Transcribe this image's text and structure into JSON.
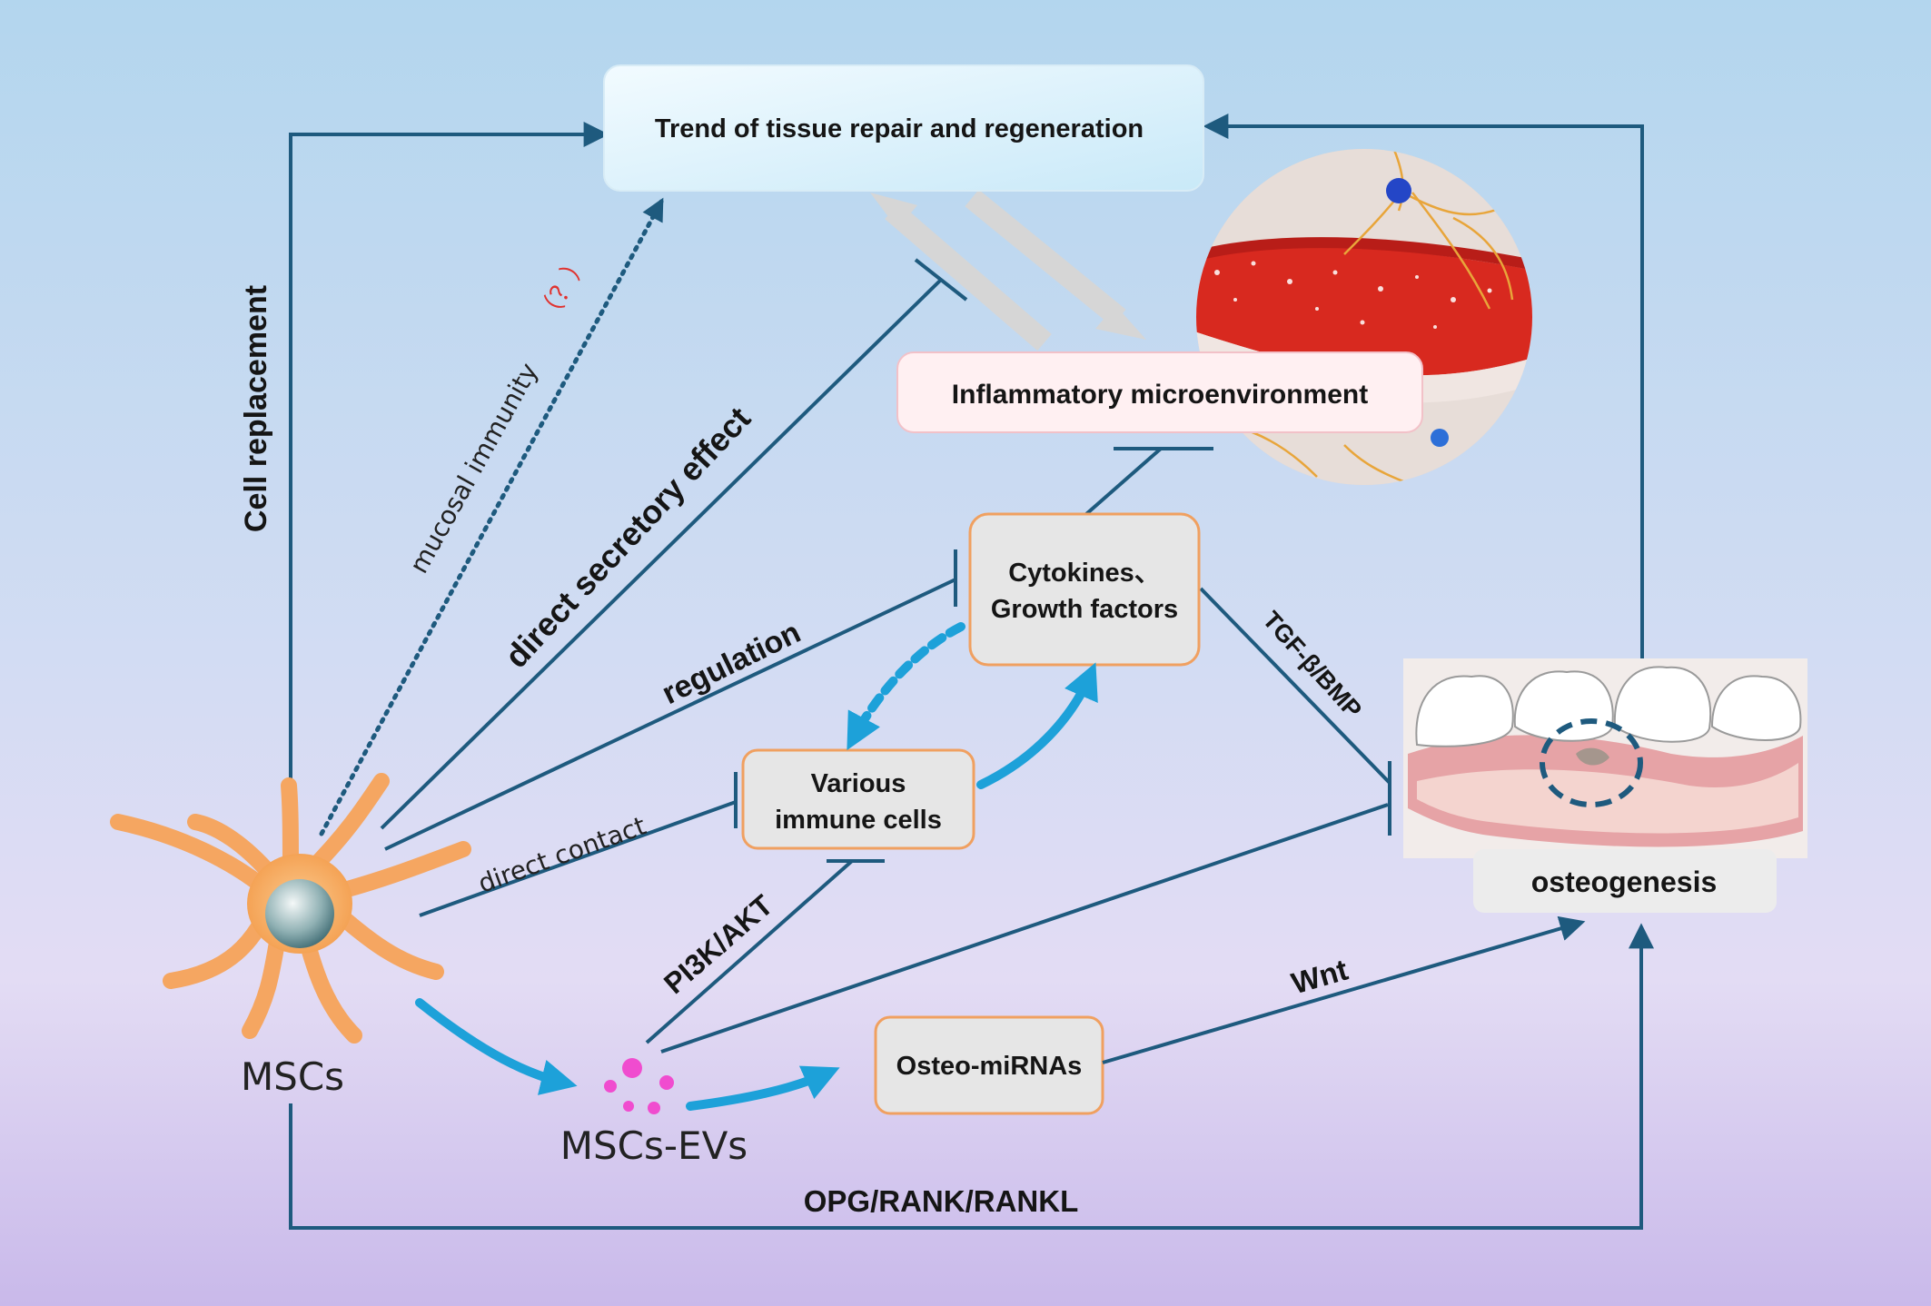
{
  "nodes": {
    "trend": "Trend of tissue repair and regeneration",
    "inflammatory": "Inflammatory microenvironment",
    "cytokines_line1": "Cytokines、",
    "cytokines_line2": "Growth factors",
    "immune_line1": "Various",
    "immune_line2": "immune cells",
    "osteo_mirnas": "Osteo-miRNAs",
    "osteogenesis": "osteogenesis",
    "mscs": "MSCs",
    "mscs_evs": "MSCs-EVs"
  },
  "edges": {
    "cell_replacement": "Cell replacement",
    "mucosal_immunity": "mucosal immunity",
    "question_mark": "（？）",
    "direct_secretory": "direct secretory effect",
    "regulation": "regulation",
    "direct_contact": "direct contact",
    "pi3k_akt": "PI3K/AKT",
    "tgf_bmp": "TGF-β/BMP",
    "wnt": "Wnt",
    "opg_rank": "OPG/RANK/RANKL"
  },
  "colors": {
    "line": "#1e5a7e",
    "arrow_blue": "#1da1d9",
    "question": "#e0332f",
    "box_orange": "#f0a060",
    "cell": "#f5a661"
  }
}
